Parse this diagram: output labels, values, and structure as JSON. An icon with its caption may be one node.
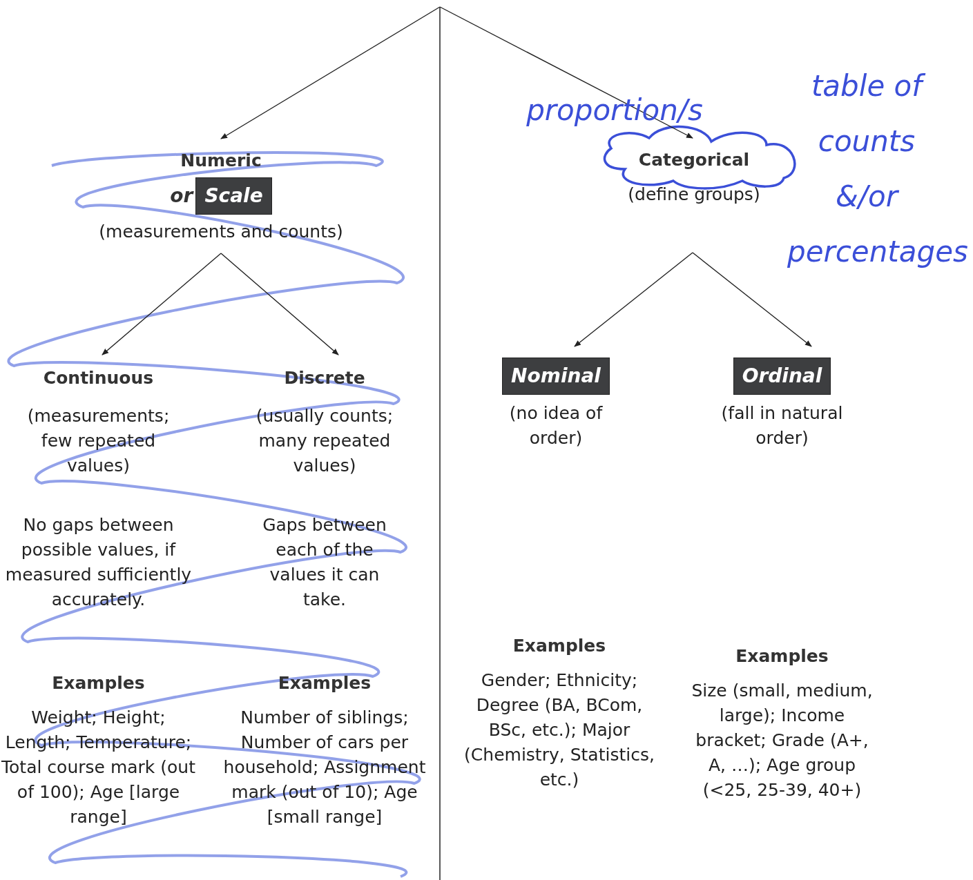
{
  "diagram": {
    "nodes": [
      {
        "text": [
          "Numeric",
          "or",
          "Scale",
          "(measurements and counts)"
        ]
      },
      {
        "text": [
          "Categorical",
          "(define groups)"
        ]
      },
      {
        "text": [
          "Continuous",
          "(measurements; few repeated values)",
          "No gaps between possible values, if measured sufficiently accurately.",
          "Examples",
          "Weight; Height; Length; Temperature; Total course mark (out of 100); Age [large range]"
        ]
      },
      {
        "text": [
          "Discrete",
          "(usually counts; many repeated values)",
          "Gaps between each of the values it can take.",
          "Examples",
          "Number of siblings; Number of cars per household; Assignment mark (out of 10); Age [small range]"
        ]
      },
      {
        "text": [
          "Nominal",
          "(no idea of order)"
        ]
      },
      {
        "text": [
          "Ordinal",
          "(fall in natural order)"
        ]
      },
      {
        "text": [
          "Examples",
          "Gender; Ethnicity; Degree (BA, BCom, BSc, etc.); Major (Chemistry, Statistics, etc.)"
        ]
      },
      {
        "text": [
          "Examples",
          "Size (small, medium, large); Income bracket; Grade (A+, A, …); Age group (<25, 25-39, 40+)"
        ]
      }
    ],
    "edges": [
      {
        "from": null,
        "to": 0,
        "arrow": "to"
      },
      {
        "from": null,
        "to": 1,
        "arrow": "to"
      },
      {
        "from": 0,
        "to": 2,
        "arrow": "to"
      },
      {
        "from": 0,
        "to": 3,
        "arrow": "to"
      },
      {
        "from": 1,
        "to": 4,
        "arrow": "to"
      },
      {
        "from": 1,
        "to": 5,
        "arrow": "to"
      }
    ],
    "labels": [
      "proportion/s",
      "table of counts &/or percentages"
    ]
  }
}
